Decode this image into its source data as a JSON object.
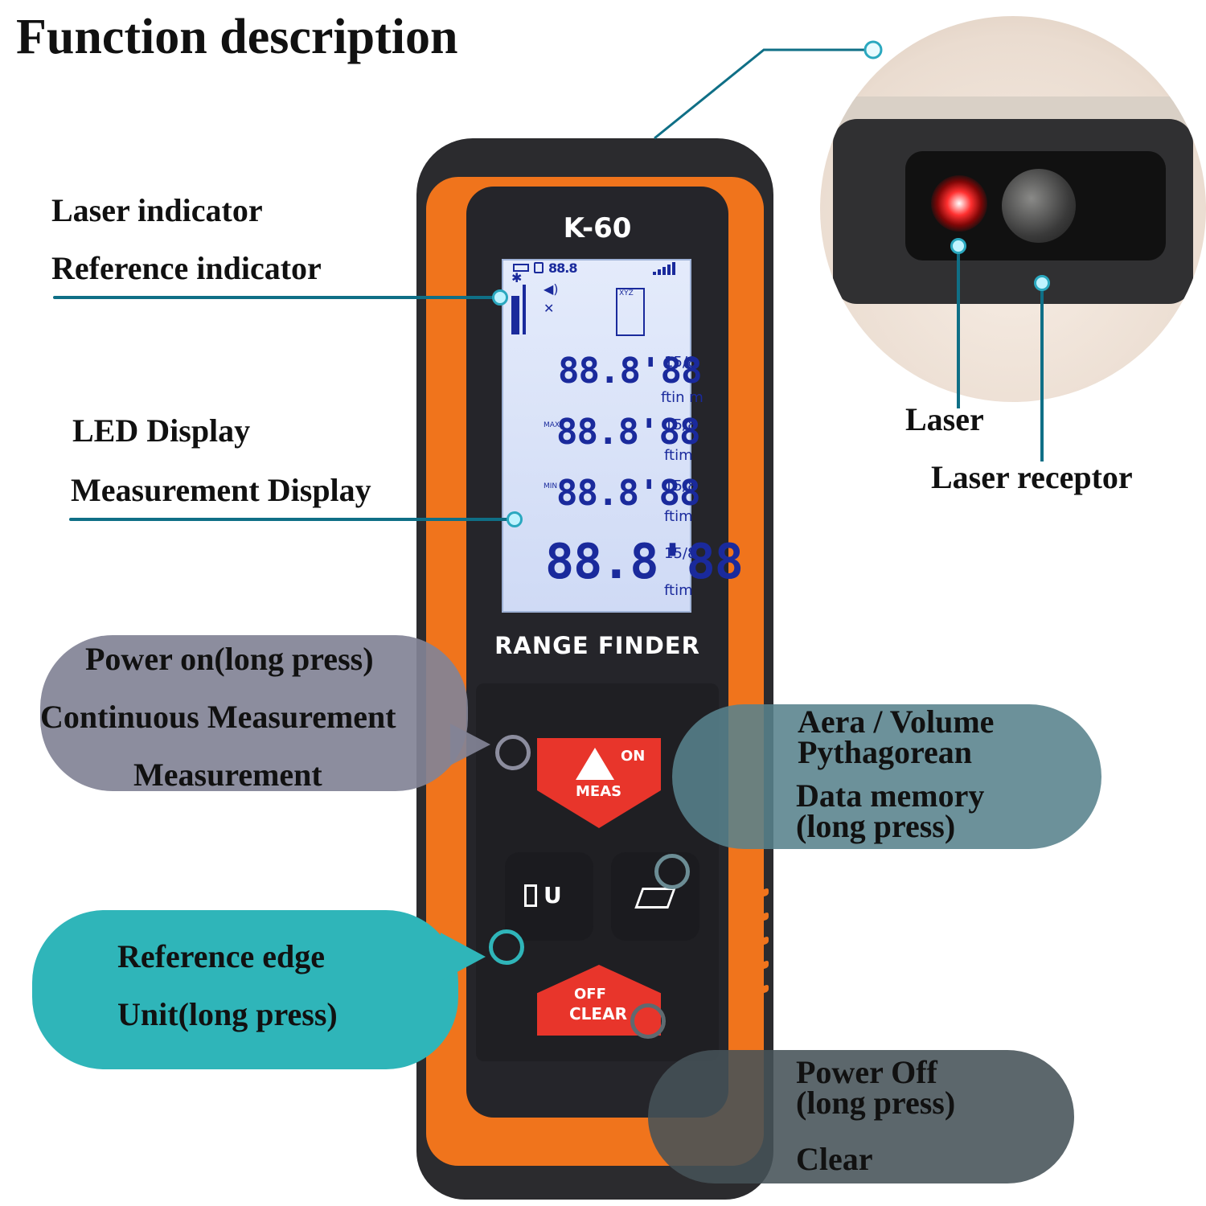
{
  "title": "Function description",
  "callouts": {
    "laser_indicator": "Laser indicator",
    "reference_indicator": "Reference indicator",
    "led_display": "LED Display",
    "measurement_display": "Measurement Display",
    "laser": "Laser",
    "laser_receptor": "Laser receptor"
  },
  "bubbles": {
    "top_left": [
      "Power on(long press)",
      "Continuous Measurement",
      "Measurement"
    ],
    "right_upper": [
      "Aera / Volume",
      "Pythagorean",
      "Data memory",
      "(long press)"
    ],
    "bottom_left": [
      "Reference edge",
      "Unit(long press)"
    ],
    "bottom_right": [
      "Power Off",
      "(long press)",
      "Clear"
    ]
  },
  "device": {
    "model": "K-60",
    "brand": "RANGE FINDER",
    "lcd": {
      "status": "88.8",
      "rows": [
        "88.8'88",
        "88.8'88",
        "88.8'88",
        "88.8'88"
      ],
      "fraction": "15/8",
      "units_row1": "ftin m",
      "units": "ftim",
      "max": "MAX",
      "min": "MIN",
      "xyz": "XYZ"
    },
    "buttons": {
      "meas_on": "ON",
      "meas": "MEAS",
      "clear_off": "OFF",
      "clear": "CLEAR",
      "unit": "U"
    }
  },
  "colors": {
    "orange": "#f0741c",
    "body": "#2b2b2e",
    "button_red": "#e8352b",
    "lcd_digits": "#1a2a9c",
    "bubble_gray": "#8c8d9e",
    "bubble_teal": "#2fb5b9",
    "bubble_slate": "#6c8d95",
    "bubble_dark": "#5e6a70"
  }
}
